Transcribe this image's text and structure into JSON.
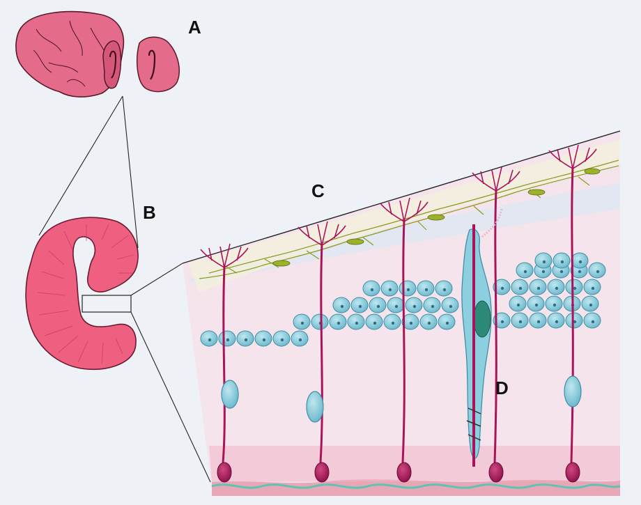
{
  "labels": {
    "a": "A",
    "b": "B",
    "c": "C",
    "d": "D"
  },
  "colors": {
    "background": "#eef1f6",
    "tissue_pink": "#e8607e",
    "tissue_dark": "#c8385a",
    "neuron_magenta": "#a8135a",
    "cell_blue": "#7cc6d8",
    "cell_blue_dark": "#3f8fa6",
    "fiber_olive": "#8a9a1e",
    "membrane_teal": "#5fc3b0"
  }
}
